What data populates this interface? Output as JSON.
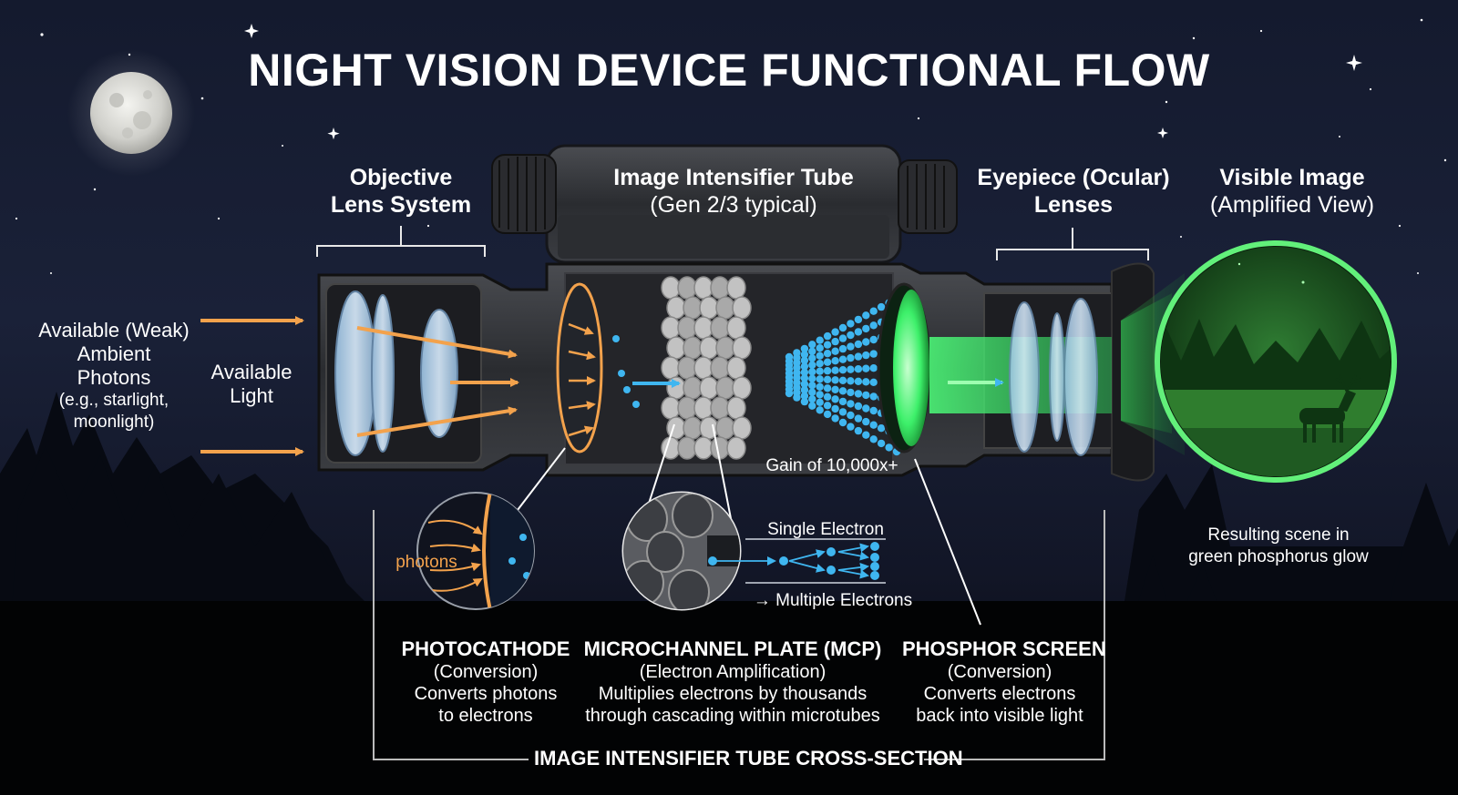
{
  "title": "NIGHT VISION DEVICE FUNCTIONAL FLOW",
  "input": {
    "ambient_line1": "Available (Weak)",
    "ambient_line2": "Ambient",
    "ambient_line3": "Photons",
    "ambient_example1": "(e.g., starlight,",
    "ambient_example2": "moonlight)",
    "light_line1": "Available",
    "light_line2": "Light"
  },
  "sections": {
    "objective": {
      "line1": "Objective",
      "line2": "Lens System"
    },
    "tube": {
      "line1": "Image Intensifier Tube",
      "line2": "(Gen 2/3 typical)"
    },
    "eyepiece": {
      "line1": "Eyepiece (Ocular)",
      "line2": "Lenses"
    },
    "visible": {
      "line1": "Visible Image",
      "line2": "(Amplified View)"
    }
  },
  "gain_label": "Gain of 10,000x+",
  "insets": {
    "photons_label": "photons",
    "single_electron": "Single Electron",
    "multiple_electrons": "→ Multiple Electrons"
  },
  "result": {
    "line1": "Resulting scene in",
    "line2": "green phosphorus glow"
  },
  "components": [
    {
      "name": "PHOTOCATHODE",
      "role": "(Conversion)",
      "desc1": "Converts photons",
      "desc2": "to electrons"
    },
    {
      "name": "MICROCHANNEL PLATE (MCP)",
      "role": "(Electron Amplification)",
      "desc1": "Multiplies electrons by thousands",
      "desc2": "through cascading within microtubes"
    },
    {
      "name": "PHOSPHOR SCREEN",
      "role": "(Conversion)",
      "desc1": "Converts electrons",
      "desc2": "back into visible light"
    }
  ],
  "cross_section_label": "IMAGE INTENSIFIER TUBE CROSS-SECTION",
  "colors": {
    "photon_orange": "#f3a24c",
    "electron_blue": "#3fb6f0",
    "phosphor_green": "#3df06a",
    "sky": "#161c30"
  }
}
